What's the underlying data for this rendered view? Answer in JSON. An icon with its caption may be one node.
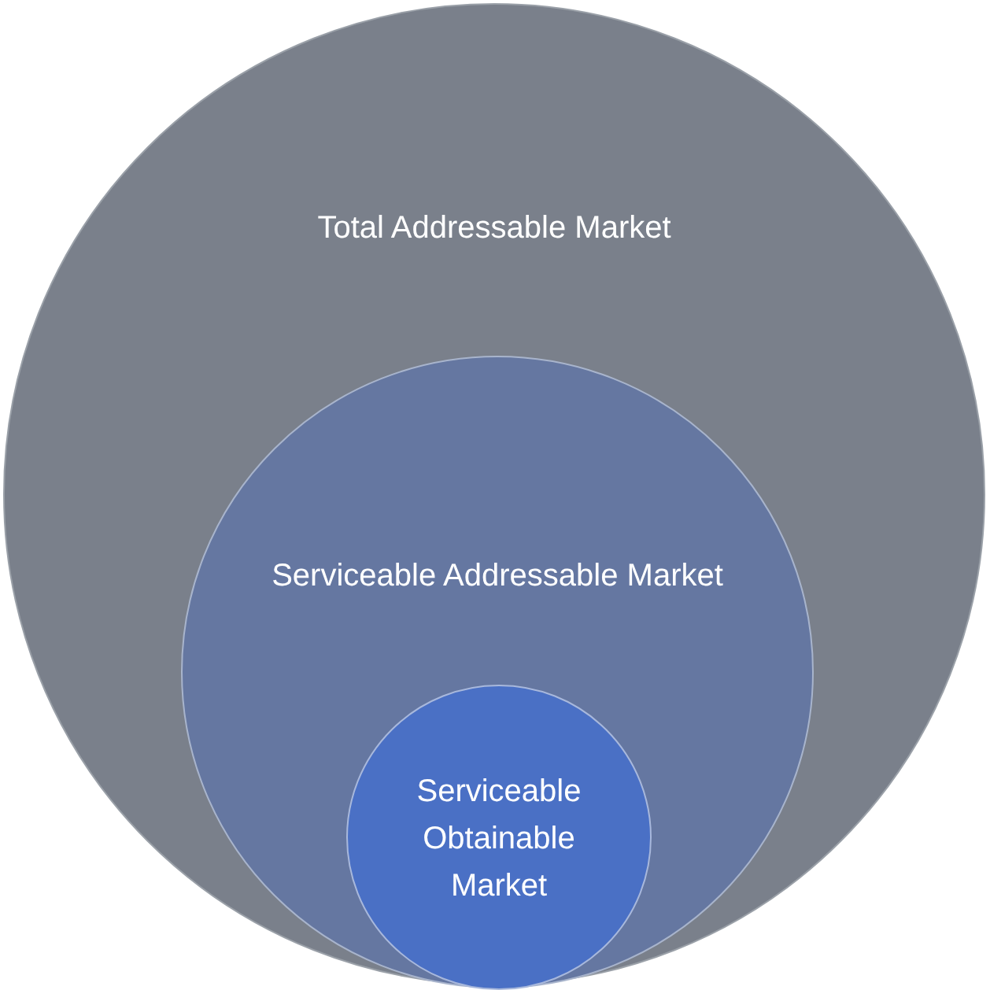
{
  "diagram": {
    "nodes": [
      {
        "text": [
          "Total Addressable Market"
        ]
      },
      {
        "text": [
          "Serviceable Addressable Market"
        ],
        "in": 0
      },
      {
        "text": [
          "Serviceable Obtainable Market"
        ],
        "in": 1
      }
    ]
  }
}
